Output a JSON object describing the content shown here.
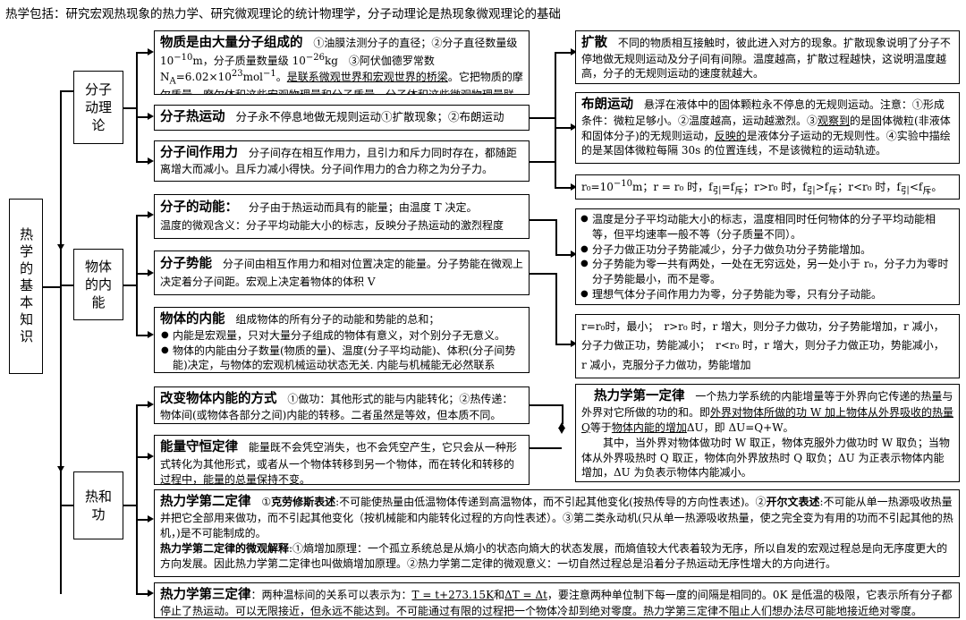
{
  "top_line": "热学包括：研究宏观热现象的热力学、研究微观理论的统计物理学，分子动理论是热现象微观理论的基础",
  "root": "热学的基本知识",
  "categories": {
    "molecular": "分子动理论",
    "internal": "物体的内能",
    "heat_work": "热和功"
  },
  "mol_composition": {
    "title": "物质是由大量分子组成的",
    "body1": "①油膜法测分子的直径；②分子直径数量级 10",
    "exp1": "−10",
    "body2": "m，分子质量数量级 10",
    "exp2": "−26",
    "body3": "kg　③阿伏伽德罗常数　N",
    "sub_a": "A",
    "body4": "=6.02×10",
    "exp3": "23",
    "body5": "mol",
    "exp4": "−1",
    "body6": "。",
    "underlined": "是联系微观世界和宏观世界的桥梁",
    "body7": "。它把物质的摩尔质量、摩尔体积这些宏观物理量和分子质量、分子体积这些微观物理量联系起来了。"
  },
  "mol_motion": {
    "title": "分子热运动",
    "body": "分子永不停息地做无规则运动①扩散现象；②布朗运动"
  },
  "mol_force": {
    "title": "分子间作用力",
    "body": "分子间存在相互作用力，且引力和斥力同时存在，都随距离增大而减小。且斥力减小得快。分子间作用力的合力称之为分子力。"
  },
  "diffusion": {
    "title": "扩散",
    "body": "不同的物质相互接触时，彼此进入对方的现象。扩散现象说明了分子不停地做无规则运动及分子间有间隙。温度越高，扩散过程越快，这说明温度越高，分子的无规则运动的速度就越大。"
  },
  "brownian": {
    "title": "布朗运动",
    "body1": "悬浮在液体中的固体颗粒永不停息的无规则运动。注意：①形成条件：微粒足够小。②温度越高，运动越激烈。③",
    "u1": "观察到",
    "body2": "的是固体微粒(非液体和固体分子)的无规则运动，",
    "u2": "反映的",
    "body3": "是液体分子运动的无规则性。④实验中描绘的是某固体微粒每隔 30s 的位置连线，不是该微粒的运动轨迹。"
  },
  "r0_line": {
    "a": "r₀=10",
    "a_exp": "−10",
    "b": "m；r = r₀ 时，f",
    "s1": "引",
    "c": "=f",
    "s2": "斥",
    "d": "；r>r₀ 时，f",
    "s3": "引",
    "e": ">f",
    "s4": "斥",
    "f": "；r<r₀ 时，f",
    "s5": "引",
    "g": "<f",
    "s6": "斥",
    "h": "。"
  },
  "kinetic": {
    "title": "分子的动能：",
    "body1": "分子由于热运动而具有的能量；由温度 T 决定。",
    "body2": "温度的微观含义：分子平均动能大小的标志，反映分子热运动的激烈程度"
  },
  "potential": {
    "title": "分子势能",
    "body": "分子间由相互作用力和相对位置决定的能量。分子势能在微观上决定着分子间距。宏观上决定着物体的体积 V"
  },
  "internal_energy": {
    "title": "物体的内能",
    "intro": "组成物体的所有分子的动能和势能的总和；",
    "bullets": [
      "内能是宏观量，只对大量分子组成的物体有意义，对个别分子无意义。",
      "物体的内能由分子数量(物质的量)、温度(分子平均动能)、体积(分子间势能)决定，与物体的宏观机械运动状态无关. 内能与机械能无必然联系"
    ]
  },
  "right_bullets": [
    "温度是分子平均动能大小的标志，温度相同时任何物体的分子平均动能相等，但平均速率一般不等（分子质量不同）。",
    "分子力做正功分子势能减少，分子力做负功分子势能增加。",
    "分子势能为零一共有两处，一处在无穷远处，另一处小于 r₀，分子力为零时分子势能最小，而不是零。",
    "理想气体分子间作用力为零，分子势能为零，只有分子动能。"
  ],
  "r0_detail": {
    "line1": "r=r₀时，最小；　r>r₀ 时，r 增大，则分子力做功，分子势能增加，r 减小，",
    "line2": "分子力做正功，势能减小；　r<r₀ 时，r 增大，则分子力做正功，势能减小，",
    "line3": "r 减小，克服分子力做功，势能增加"
  },
  "change_internal": {
    "title": "改变物体内能的方式",
    "body": "①做功：其他形式的能与内能转化；②热传递：物体间(或物体各部分之间)内能的转移。二者虽然是等效，但本质不同。"
  },
  "conservation": {
    "title": "能量守恒定律",
    "body": "能量既不会凭空消失，也不会凭空产生，它只会从一种形式转化为其他形式，或者从一个物体转移到另一个物体，而在转化和转移的过程中，能量的总量保持不变。"
  },
  "first_law": {
    "title": "热力学第一定律",
    "body1": "一个热力学系统的内能增量等于外界向它传递的热量与外界对它所做的功的和。即",
    "u1": "外界对物体所做的功 W 加上物体从外界吸收的热量 Q",
    "body2": "等于",
    "u2": "物体内能的增加",
    "body3": "ΔU，即 ΔU=Q+W。",
    "body4": "其中，当外界对物体做功时 W 取正，物体克服外力做功时 W 取负；当物体从外界吸热时 Q 取正，物体向外界放热时 Q 取负；ΔU 为正表示物体内能增加，ΔU 为负表示物体内能减小。"
  },
  "second_law": {
    "title": "热力学第二定律",
    "p1a": "①",
    "p1b": "克劳修斯表述",
    "p1c": ":不可能使热量由低温物体传递到高温物体，而不引起其他变化(按热传导的方向性表述)。②",
    "p1d": "开尔文表述",
    "p1e": ":不可能从单一热源吸收热量并把它全部用来做功，而不引起其他变化（按机械能和内能转化过程的方向性表述）。③第二类永动机(只从单一热源吸收热量，使之完全变为有用的功而不引起其他的热机，)是不可能制成的。",
    "p2a": "热力学第二定律的微观解释",
    "p2b": ":①熵增加原理：一个孤立系统总是从熵小的状态向熵大的状态发展，而熵值较大代表着较为无序，所以自发的宏观过程总是向无序度更大的方向发展。因此热力学第二定律也叫做熵增加原理。②热力学第二定律的微观意义：一切自然过程总是沿着分子热运动无序性增大的方向进行。"
  },
  "third_law": {
    "title": "热力学第三定律",
    "body1": "：两种温标间的关系可以表示为：",
    "u1": "T = t+273.15K",
    "body2": "和",
    "u2": "ΔT = Δt",
    "body3": "，要注意两种单位制下每一度的间隔是相同的。0K 是低温的极限，它表示所有分子都停止了热运动。可以无限接近，但永远不能达到。不可能通过有限的过程把一个物体冷却到绝对零度。热力学第三定律不阻止人们想办法尽可能地接近绝对零度。"
  }
}
